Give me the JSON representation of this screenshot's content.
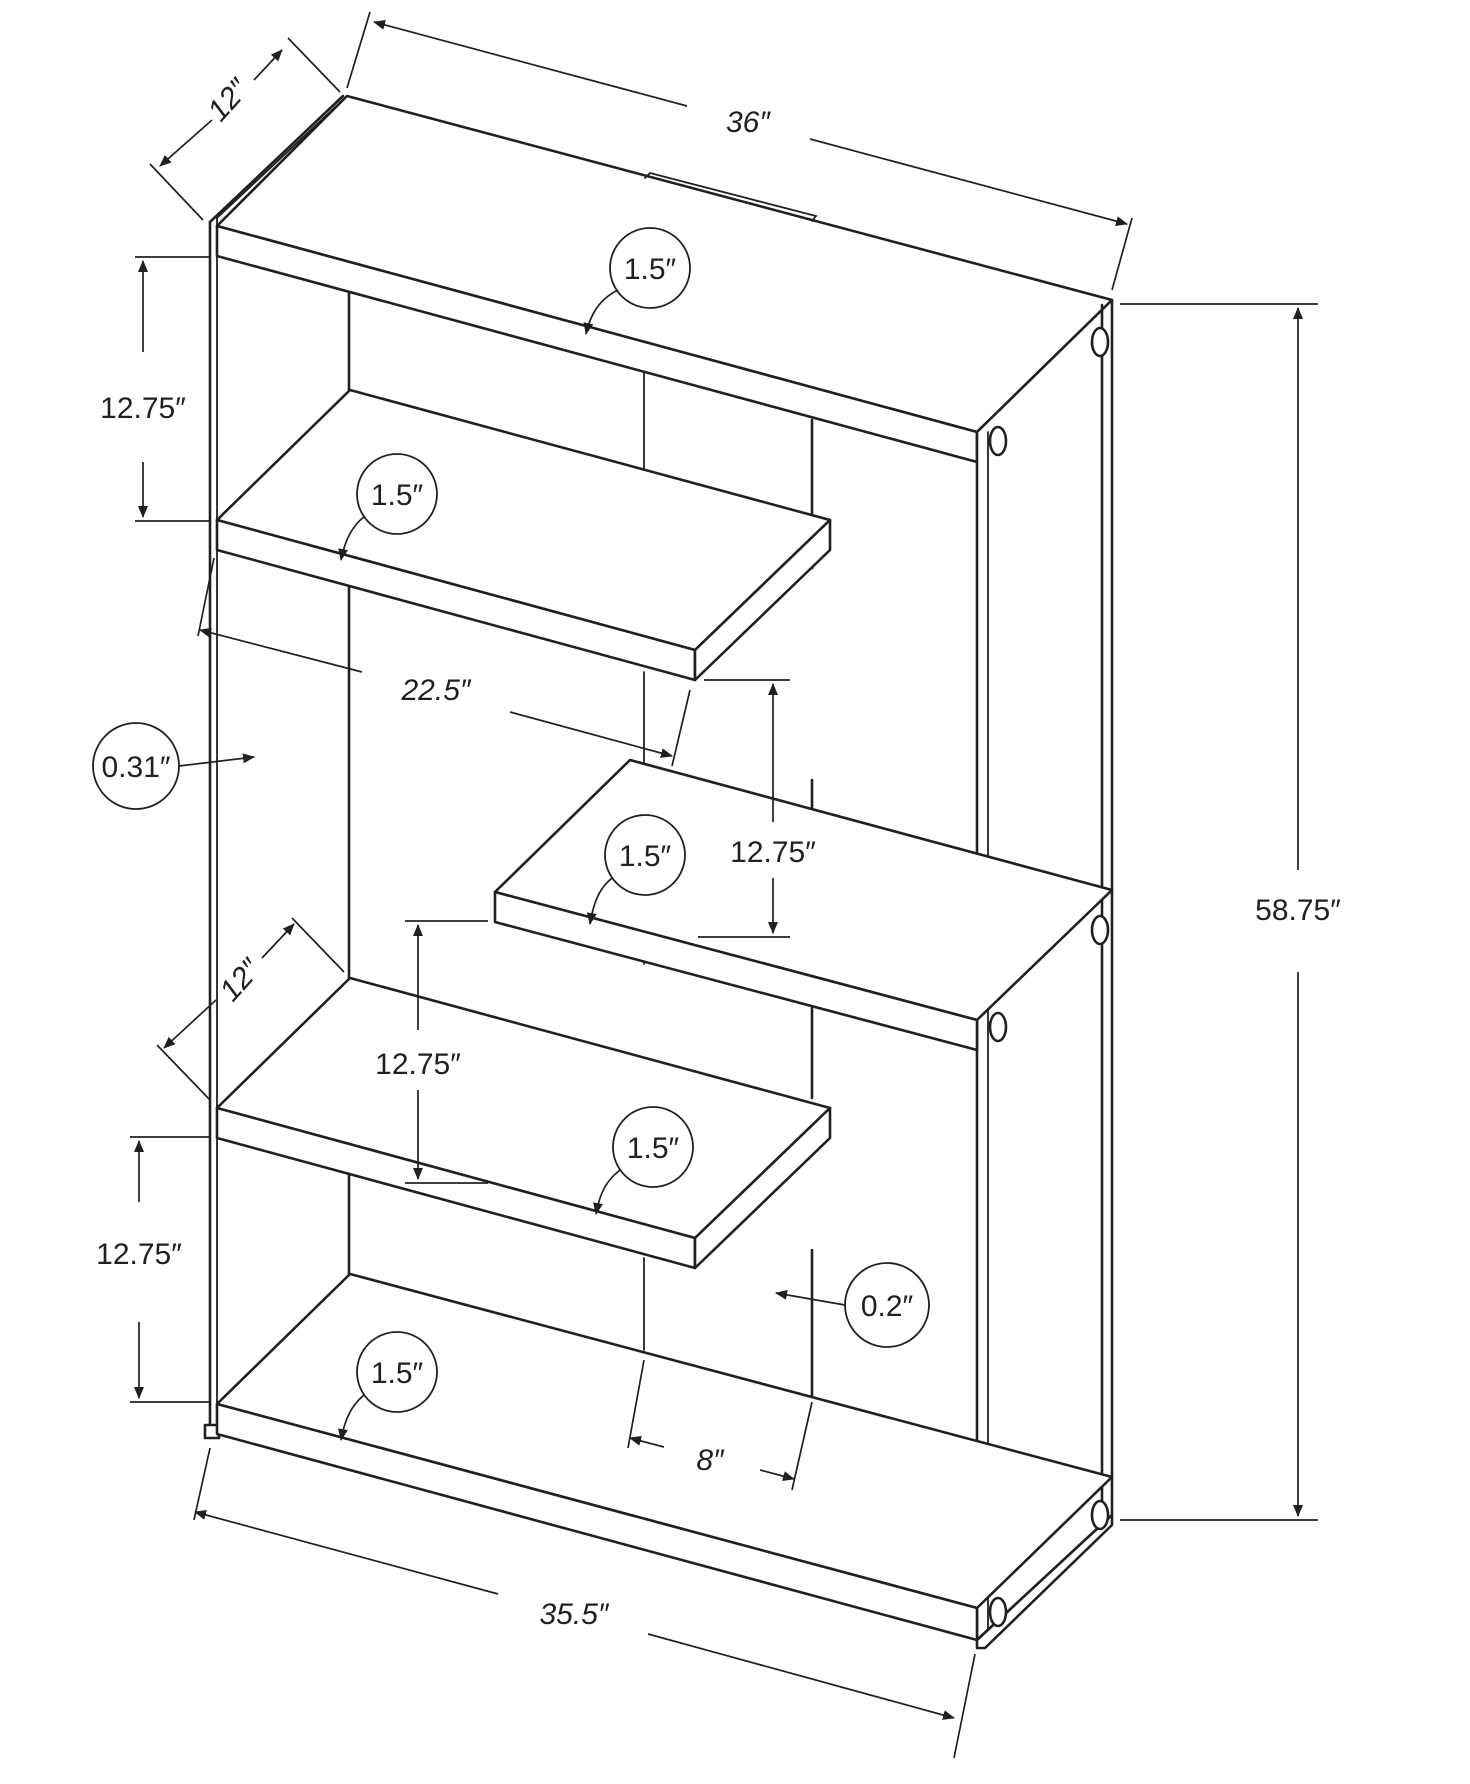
{
  "dimensions": {
    "width": "36″",
    "depth_top": "12″",
    "depth_side": "12″",
    "height": "58.75″",
    "bottom_width": "35.5″",
    "shelf_width": "22.5″",
    "divider_spacing": "8″",
    "spacing_top": "12.75″",
    "spacing_middle": "12.75″",
    "spacing_lower": "12.75″",
    "spacing_bottom": "12.75″"
  },
  "thickness_callouts": {
    "top": "1.5″",
    "shelf_upper": "1.5″",
    "shelf_middle": "1.5″",
    "shelf_lower": "1.5″",
    "bottom": "1.5″",
    "glass_side": "0.31″",
    "glass_divider": "0.2″"
  },
  "colors": {
    "line": "#231f20",
    "background": "#ffffff"
  }
}
